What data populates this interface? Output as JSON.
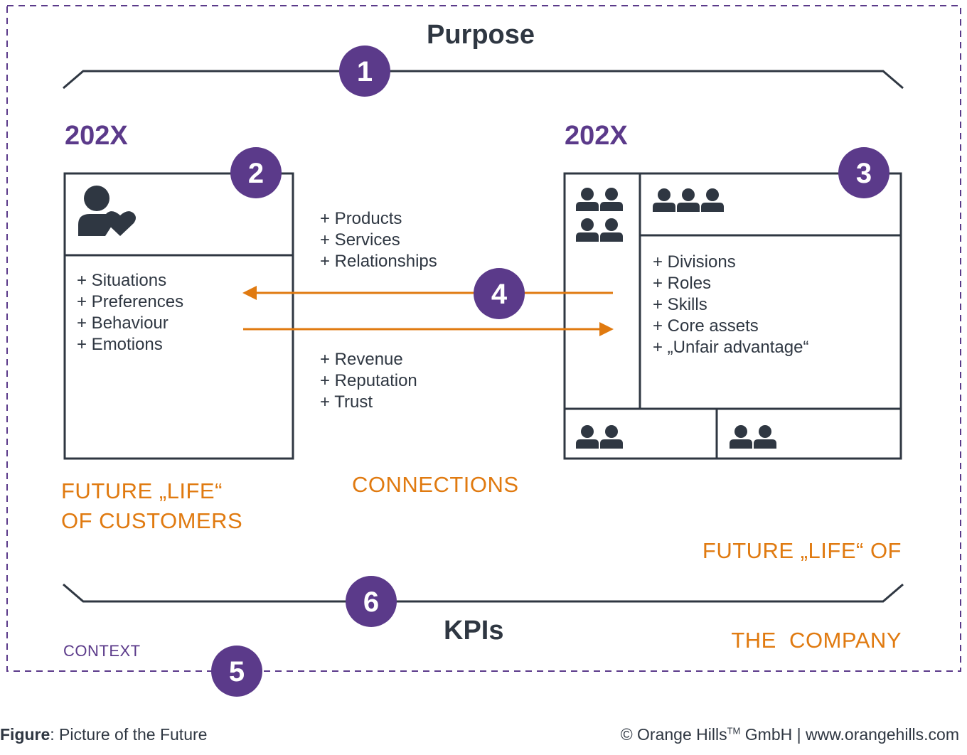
{
  "colors": {
    "purple": "#5b3a8a",
    "orange": "#e07a10",
    "dark": "#2f3742"
  },
  "purpose_label": "Purpose",
  "kpis_label": "KPIs",
  "context_label": "CONTEXT",
  "steps": [
    "1",
    "2",
    "3",
    "4",
    "5",
    "6"
  ],
  "customer": {
    "year": "202X",
    "items": [
      "+ Situations",
      "+ Preferences",
      "+ Behaviour",
      "+ Emotions"
    ],
    "caption_line1": "FUTURE „LIFE“",
    "caption_line2": "OF CUSTOMERS",
    "icon": "person-heart-icon"
  },
  "company": {
    "year": "202X",
    "items": [
      "+ Divisions",
      "+ Roles",
      "+ Skills",
      "+ Core assets",
      "+ „Unfair advantage“"
    ],
    "caption_line1": "FUTURE „LIFE“ OF",
    "caption_line2": "THE  COMPANY",
    "icons": [
      "people-group-icon"
    ]
  },
  "connections": {
    "label": "CONNECTIONS",
    "offerings": [
      "+ Products",
      "+ Services",
      "+ Relationships"
    ],
    "returns": [
      "+ Revenue",
      "+ Reputation",
      "+ Trust"
    ]
  },
  "footer": {
    "figure_label": "Figure",
    "figure_text": ": Picture of the Future",
    "copyright_pre": "© Orange Hills",
    "trademark": "TM",
    "copyright_post": " GmbH | www.orangehills.com"
  }
}
